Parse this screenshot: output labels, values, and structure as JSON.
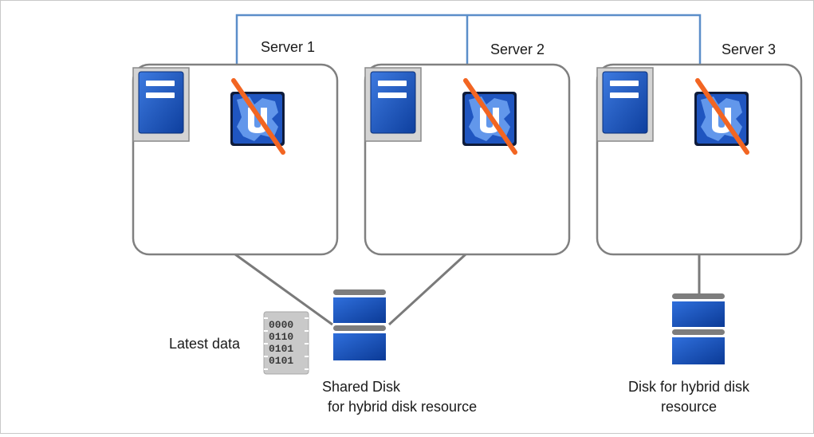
{
  "servers": [
    {
      "label": "Server 1"
    },
    {
      "label": "Server 2"
    },
    {
      "label": "Server 3"
    }
  ],
  "disks": {
    "shared_line1": "Shared Disk",
    "shared_line2": " for hybrid disk resource",
    "hybrid_line1": "Disk for hybrid disk",
    "hybrid_line2": "resource"
  },
  "latest_data": {
    "label": "Latest data",
    "bits": [
      "0000",
      "0110",
      "0101",
      "0101"
    ]
  },
  "colors": {
    "network_line": "#5b8ec9",
    "server_border": "#808080",
    "disk_blue": "#1f5bc4",
    "disk_gray": "#7a7a7a",
    "cross_orange": "#f26522"
  },
  "icons": {
    "server_tower": "server-tower-icon",
    "cluster_service": "cluster-service-icon",
    "stopped_mark": "stopped-slash-icon",
    "disk": "disk-icon",
    "binary_data": "binary-data-icon"
  }
}
